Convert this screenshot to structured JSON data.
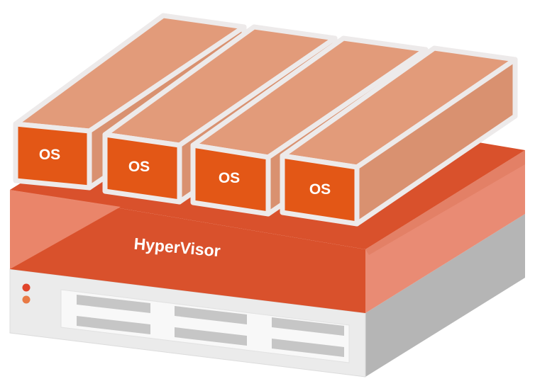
{
  "diagram": {
    "vm_labels": [
      "OS",
      "OS",
      "OS",
      "OS"
    ],
    "hypervisor_label": "HyperVisor",
    "colors": {
      "vm_top": "#E29B7A",
      "vm_side": "#D99170",
      "vm_front": "#E35716",
      "vm_outline": "#EDEAEA",
      "hypervisor_top": "#D9512C",
      "hypervisor_front_left": "#EC8E76",
      "hypervisor_side": "#E98B74",
      "server_front": "#EBEBEB",
      "server_side": "#B5B5B5",
      "server_slot": "#C6C6C6",
      "led_red": "#E0442A",
      "led_orange": "#E87A45"
    }
  }
}
